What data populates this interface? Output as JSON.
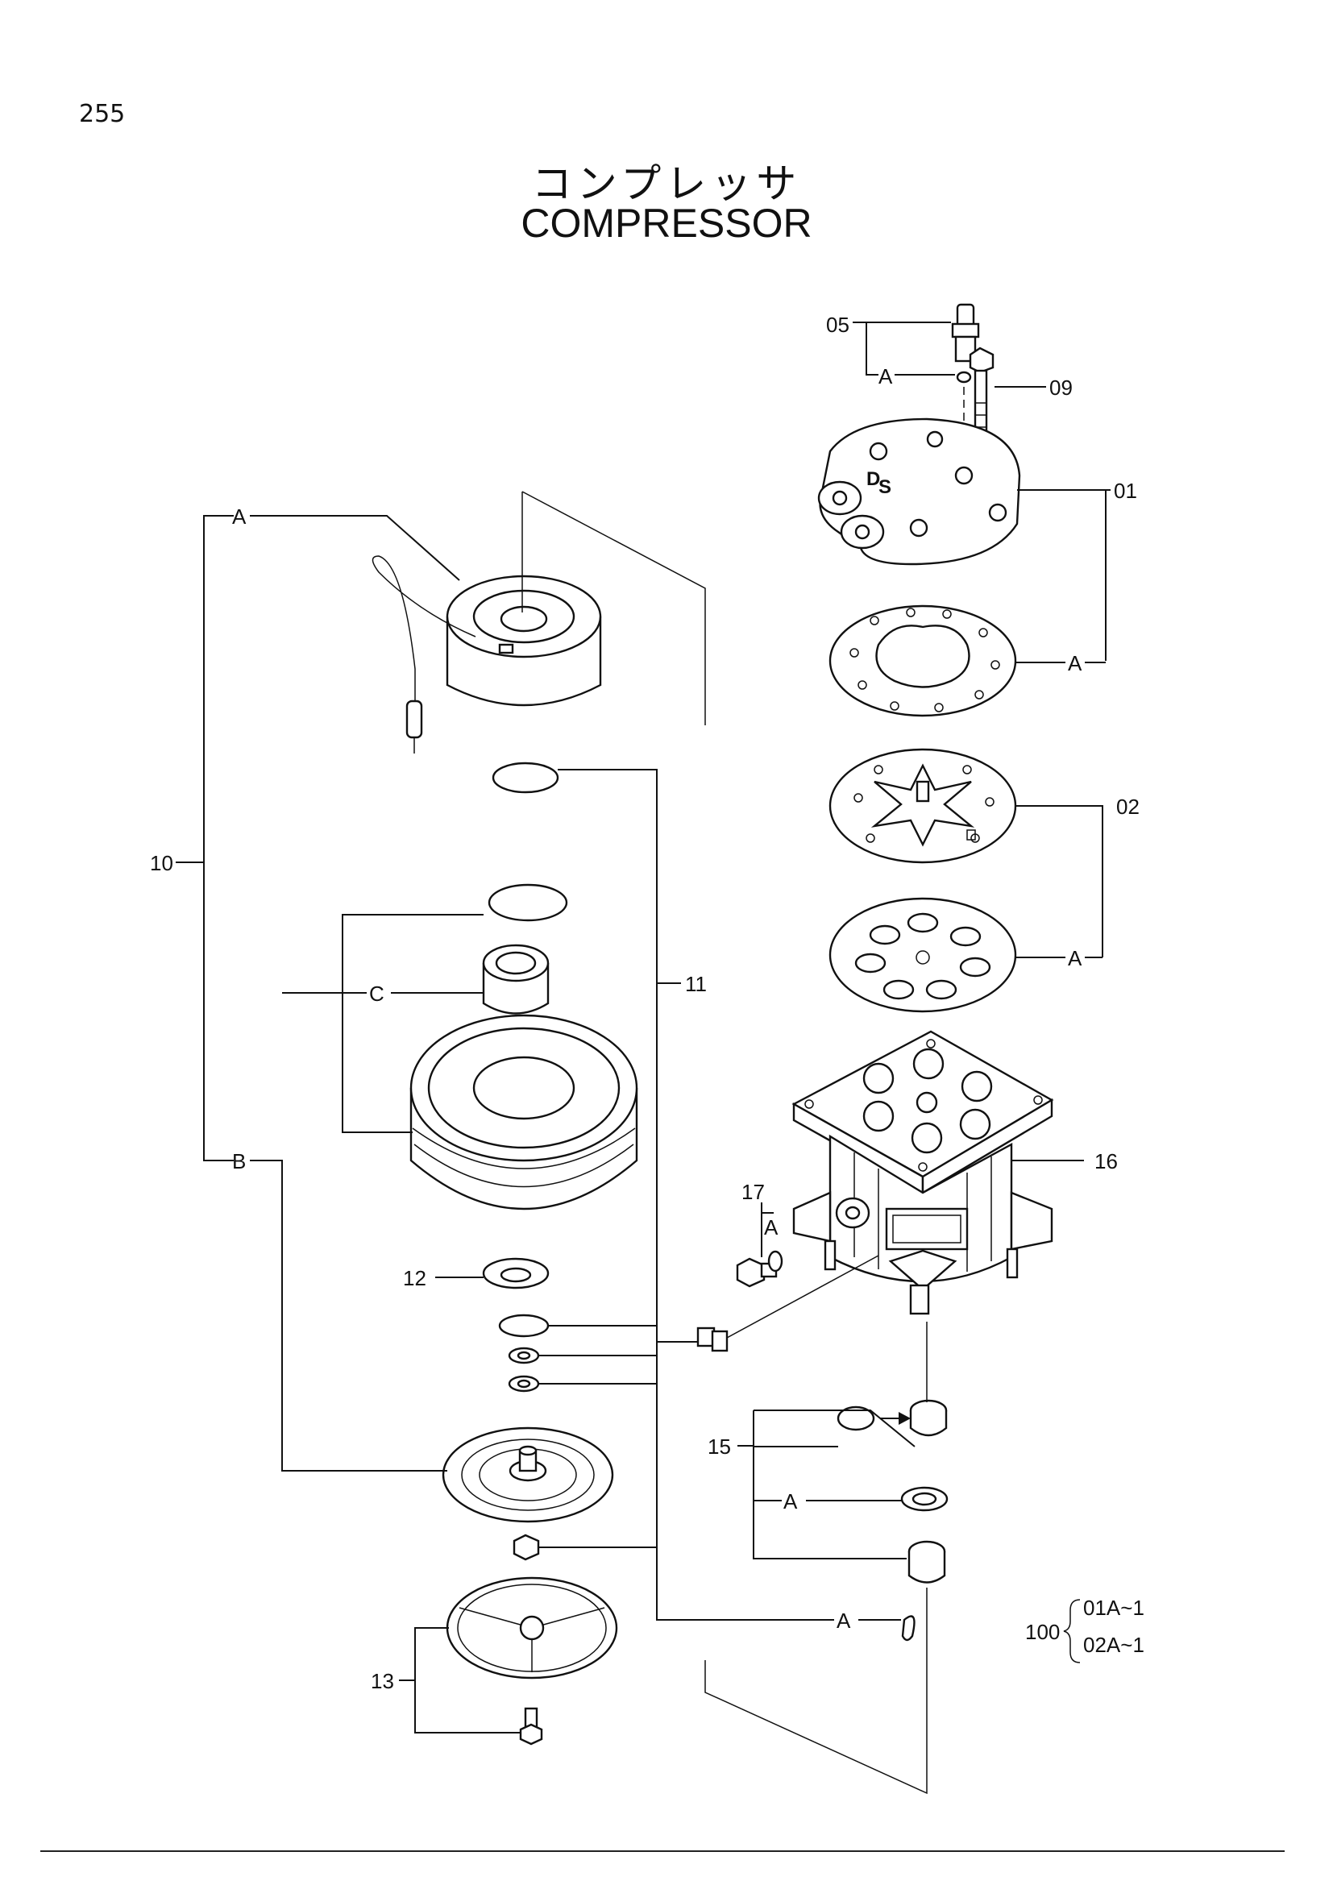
{
  "page": {
    "number": "255"
  },
  "title": {
    "japanese": "コンプレッサ",
    "english": "COMPRESSOR"
  },
  "callouts": {
    "c05": "05",
    "c09": "09",
    "c01": "01",
    "c02": "02",
    "c16": "16",
    "c17": "17",
    "c15": "15",
    "c10": "10",
    "c11": "11",
    "c12": "12",
    "c13": "13",
    "sub_a": "A",
    "sub_b": "B",
    "sub_c": "C"
  },
  "applicability": {
    "prefix": "100",
    "lines": [
      "01A~1",
      "02A~1"
    ]
  },
  "icons": [
    "compressor-head-icon",
    "valve-plate-icon",
    "clutch-coil-icon",
    "pulley-icon",
    "armature-plate-icon"
  ]
}
